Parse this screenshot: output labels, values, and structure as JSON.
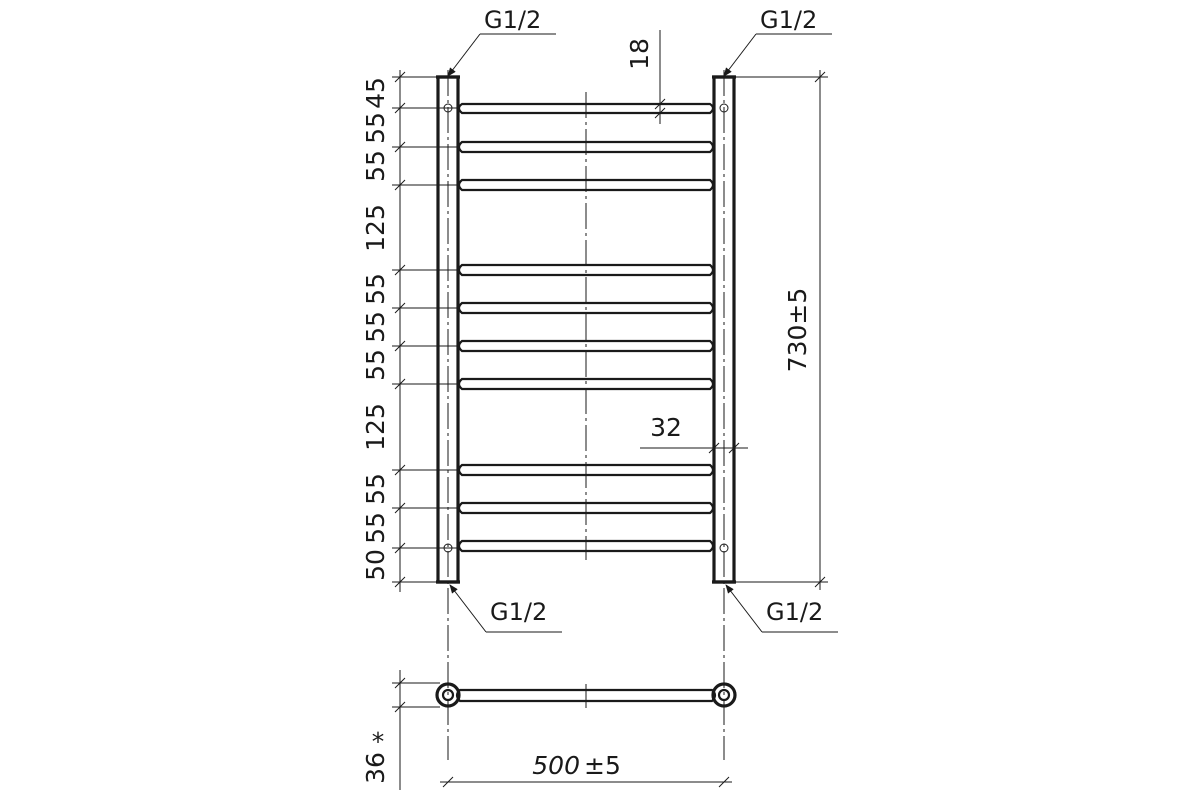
{
  "connections": {
    "top_left": "G1/2",
    "top_right": "G1/2",
    "bottom_left": "G1/2",
    "bottom_right": "G1/2"
  },
  "left_dimensions": [
    "45",
    "55",
    "55",
    "125",
    "55",
    "55",
    "55",
    "125",
    "55",
    "55",
    "50"
  ],
  "rung_thickness": "18",
  "pipe_offset": "32",
  "overall_height": "730±5",
  "width": {
    "value": "500",
    "tolerance": "±5"
  },
  "depth": "36",
  "depth_mark": "*"
}
